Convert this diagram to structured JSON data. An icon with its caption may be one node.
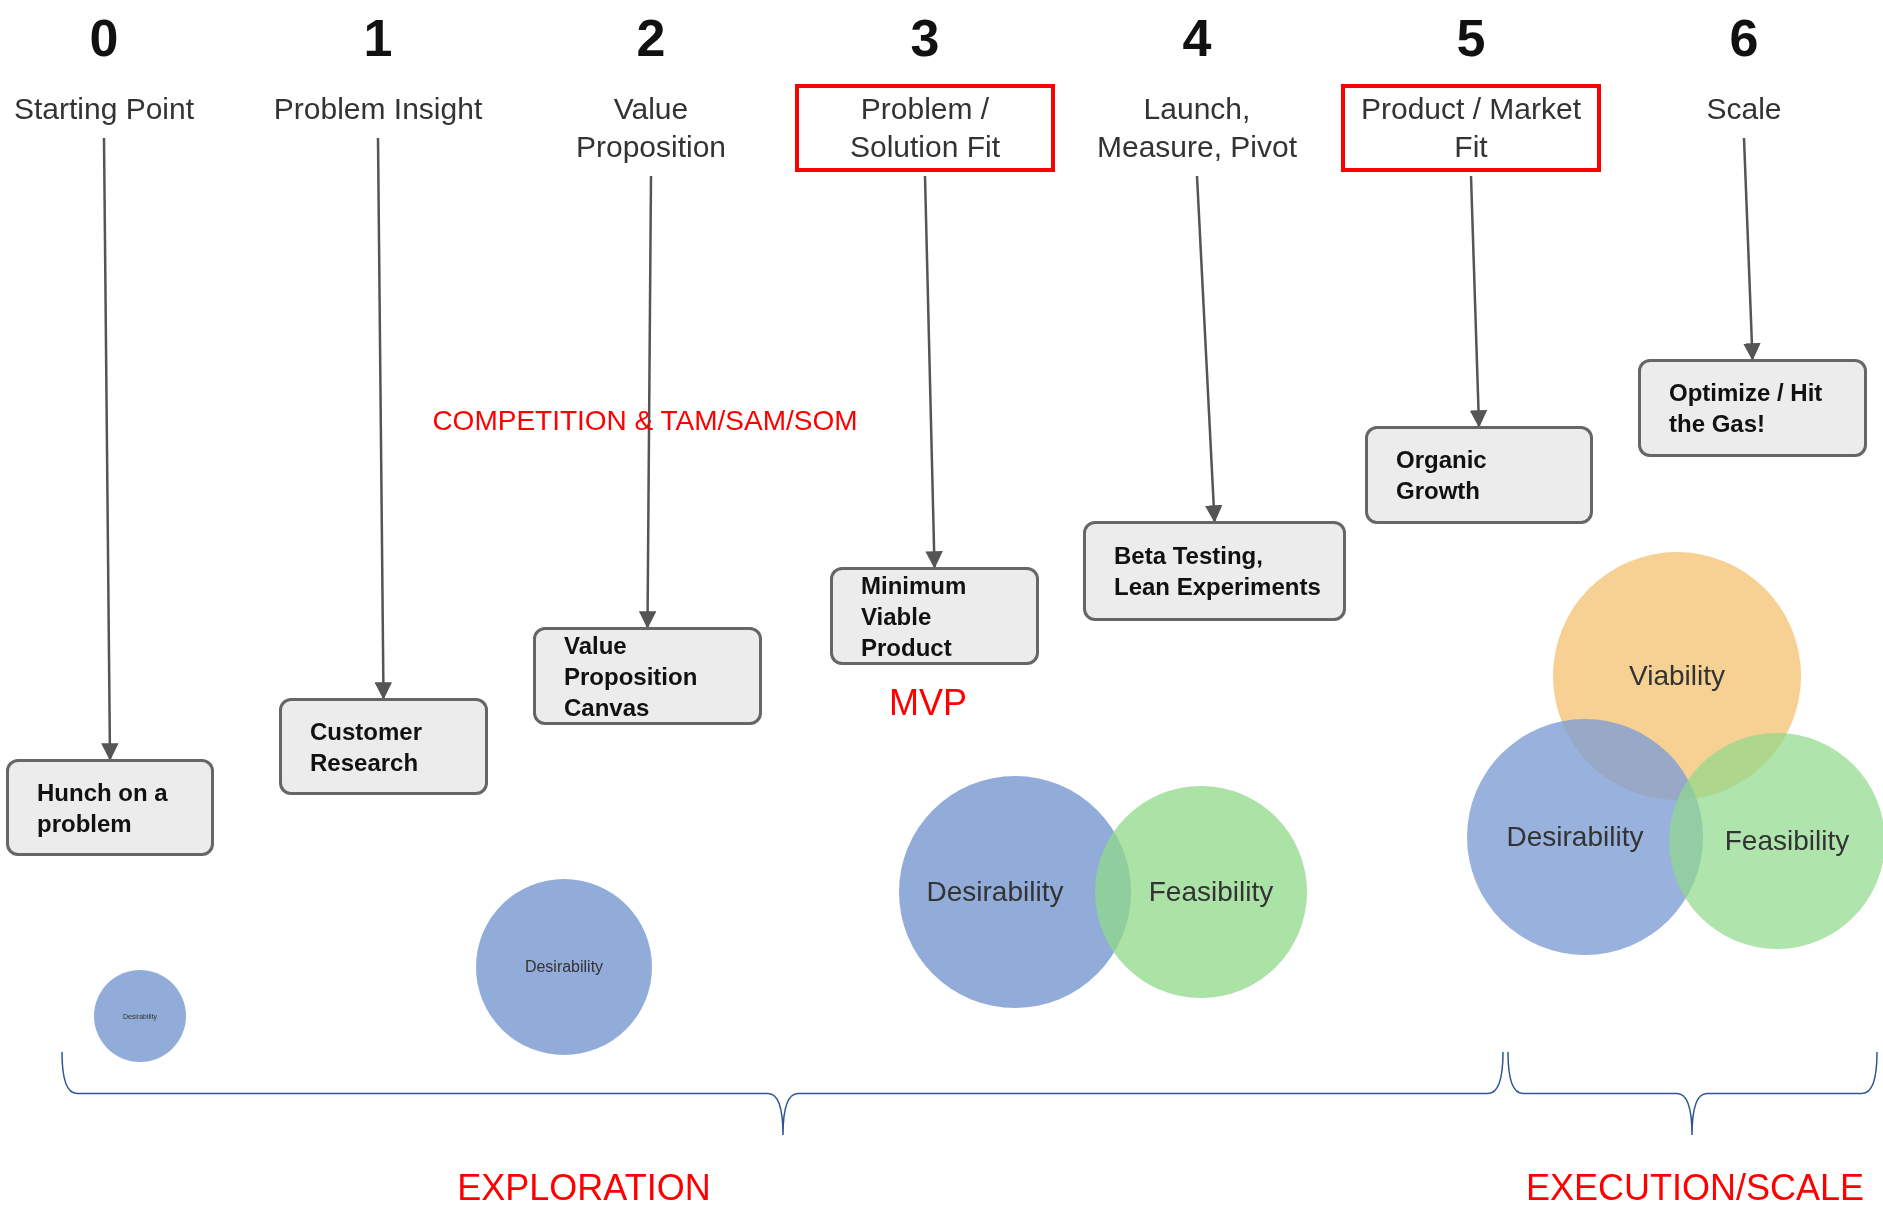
{
  "diagram": {
    "nodes": [
      {
        "text": [
          "0",
          "Starting Point"
        ]
      },
      {
        "text": [
          "Hunch on a problem"
        ]
      },
      {
        "text": [
          "1",
          "Problem Insight"
        ]
      },
      {
        "text": [
          "Customer Research"
        ]
      },
      {
        "text": [
          "2",
          "Value Proposition"
        ]
      },
      {
        "text": [
          "Value Proposition Canvas"
        ]
      },
      {
        "text": [
          "3",
          "Problem / Solution Fit"
        ]
      },
      {
        "text": [
          "Minimum Viable Product"
        ],
        "beside": [
          "MVP"
        ]
      },
      {
        "text": [
          "4",
          "Launch, Measure, Pivot"
        ]
      },
      {
        "text": [
          "Beta Testing, Lean Experiments"
        ]
      },
      {
        "text": [
          "5",
          "Product / Market Fit"
        ]
      },
      {
        "text": [
          "Organic Growth"
        ]
      },
      {
        "text": [
          "6",
          "Scale"
        ]
      },
      {
        "text": [
          "Optimize / Hit the Gas!"
        ]
      },
      {
        "text": [
          "Desirability"
        ]
      },
      {
        "text": [
          "Desirability"
        ]
      },
      {
        "text": [
          "Desirability"
        ]
      },
      {
        "text": [
          "Feasibility"
        ]
      },
      {
        "text": [
          "Viability"
        ]
      },
      {
        "text": [
          "Desirability"
        ]
      },
      {
        "text": [
          "Feasibility"
        ]
      }
    ],
    "edges": [
      {
        "from": 0,
        "to": 1,
        "arrow": "to"
      },
      {
        "from": 2,
        "to": 3,
        "arrow": "to"
      },
      {
        "from": 4,
        "to": 5,
        "arrow": "to"
      },
      {
        "from": 6,
        "to": 7,
        "arrow": "to"
      },
      {
        "from": 8,
        "to": 9,
        "arrow": "to"
      },
      {
        "from": 10,
        "to": 11,
        "arrow": "to"
      },
      {
        "from": 12,
        "to": 13,
        "arrow": "to"
      }
    ],
    "labels": [
      "COMPETITION & TAM/SAM/SOM",
      "EXPLORATION",
      "EXECUTION/SCALE"
    ]
  }
}
